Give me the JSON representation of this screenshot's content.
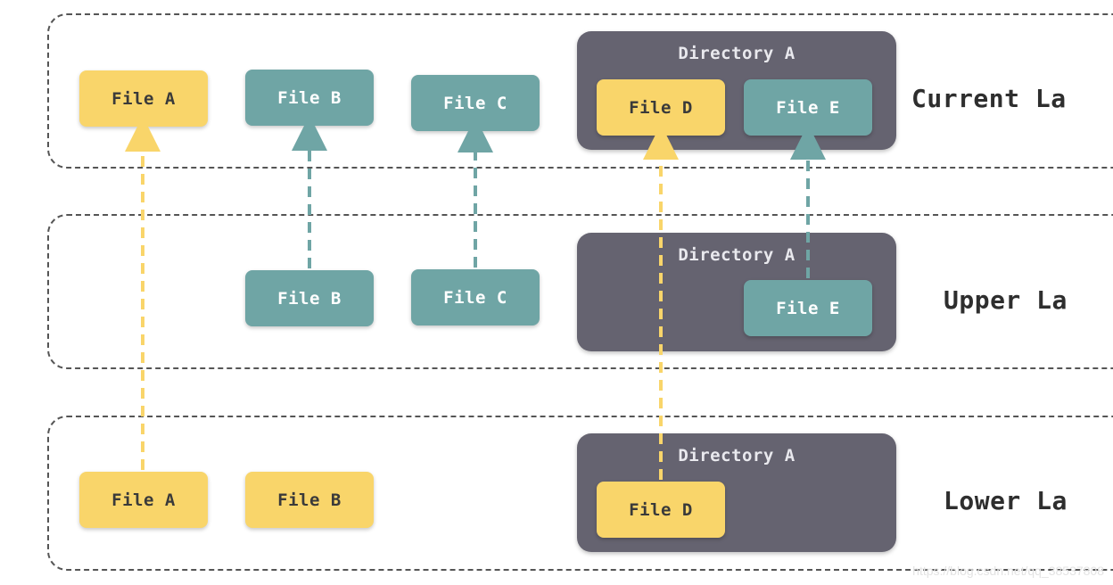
{
  "layers": {
    "current": {
      "label": "Current La"
    },
    "upper": {
      "label": "Upper La"
    },
    "lower": {
      "label": "Lower La"
    }
  },
  "directories": {
    "current": "Directory A",
    "upper": "Directory A",
    "lower": "Directory A"
  },
  "files": {
    "current": {
      "a": "File A",
      "b": "File B",
      "c": "File C",
      "d": "File D",
      "e": "File E"
    },
    "upper": {
      "b": "File B",
      "c": "File C",
      "e": "File E"
    },
    "lower": {
      "a": "File A",
      "b": "File B",
      "d": "File D"
    }
  },
  "colors": {
    "yellow_file": "#f9d56a",
    "teal_file": "#6fa5a5",
    "directory": "#656370",
    "yellow_arrow": "#f9d56a",
    "teal_arrow": "#6fa5a5"
  },
  "watermark": "https://blog.csdn.net/qq_38537808"
}
